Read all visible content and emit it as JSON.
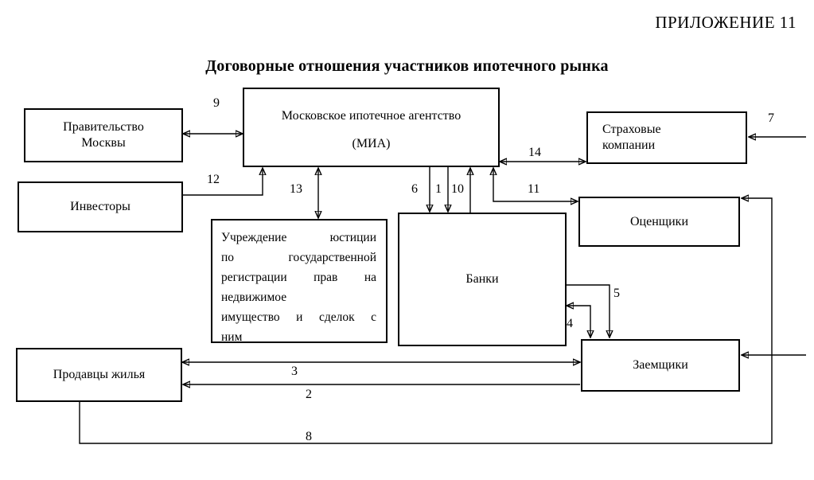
{
  "page": {
    "appendix": "ПРИЛОЖЕНИЕ 11",
    "title": "Договорные отношения участников ипотечного рынка"
  },
  "boxes": {
    "government": "Правительство Москвы",
    "mia_line1": "Московское ипотечное агентство",
    "mia_line2": "(МИА)",
    "insurance": "Страховые компании",
    "investors": "Инвесторы",
    "justice_lines": {
      "l1": "Учреждение юстиции",
      "l2": "по государственной",
      "l3": "регистрации прав на",
      "l4": "недвижимое",
      "l5": "имущество и сделок с",
      "l6": "ним"
    },
    "banks": "Банки",
    "appraisers": "Оценщики",
    "sellers": "Продавцы жилья",
    "borrowers": "Заемщики"
  },
  "flows": {
    "f1": "1",
    "f2": "2",
    "f3": "3",
    "f4": "4",
    "f5": "5",
    "f6": "6",
    "f7": "7",
    "f8": "8",
    "f9": "9",
    "f10": "10",
    "f11": "11",
    "f12": "12",
    "f13": "13",
    "f14": "14"
  },
  "edges": [
    {
      "label": "9",
      "from": "Правительство Москвы",
      "to": "МИА",
      "bidirectional": true
    },
    {
      "label": "12",
      "from": "Инвесторы",
      "to": "МИА",
      "bidirectional": false
    },
    {
      "label": "13",
      "from": "МИА",
      "to": "Учреждение юстиции",
      "bidirectional": true
    },
    {
      "label": "6",
      "from": "МИА",
      "to": "Банки",
      "bidirectional": false
    },
    {
      "label": "1",
      "from": "МИА",
      "to": "Банки",
      "bidirectional": false
    },
    {
      "label": "10",
      "from": "Банки",
      "to": "МИА",
      "bidirectional": false
    },
    {
      "label": "11",
      "from": "МИА",
      "to": "Оценщики",
      "bidirectional": true
    },
    {
      "label": "14",
      "from": "МИА",
      "to": "Страховые компании",
      "bidirectional": true
    },
    {
      "label": "7",
      "from": "(правый край схемы)",
      "to": "Страховые компании",
      "bidirectional": false
    },
    {
      "label": "5",
      "from": "Банки",
      "to": "Заемщики",
      "bidirectional": false
    },
    {
      "label": "4",
      "from": "Заемщики",
      "to": "Банки",
      "bidirectional": true
    },
    {
      "label": "3",
      "from": "Продавцы жилья",
      "to": "Заемщики",
      "bidirectional": true
    },
    {
      "label": "2",
      "from": "Заемщики",
      "to": "Продавцы жилья",
      "bidirectional": false
    },
    {
      "label": "8",
      "from": "Продавцы жилья",
      "to": "Оценщики",
      "bidirectional": false
    }
  ]
}
